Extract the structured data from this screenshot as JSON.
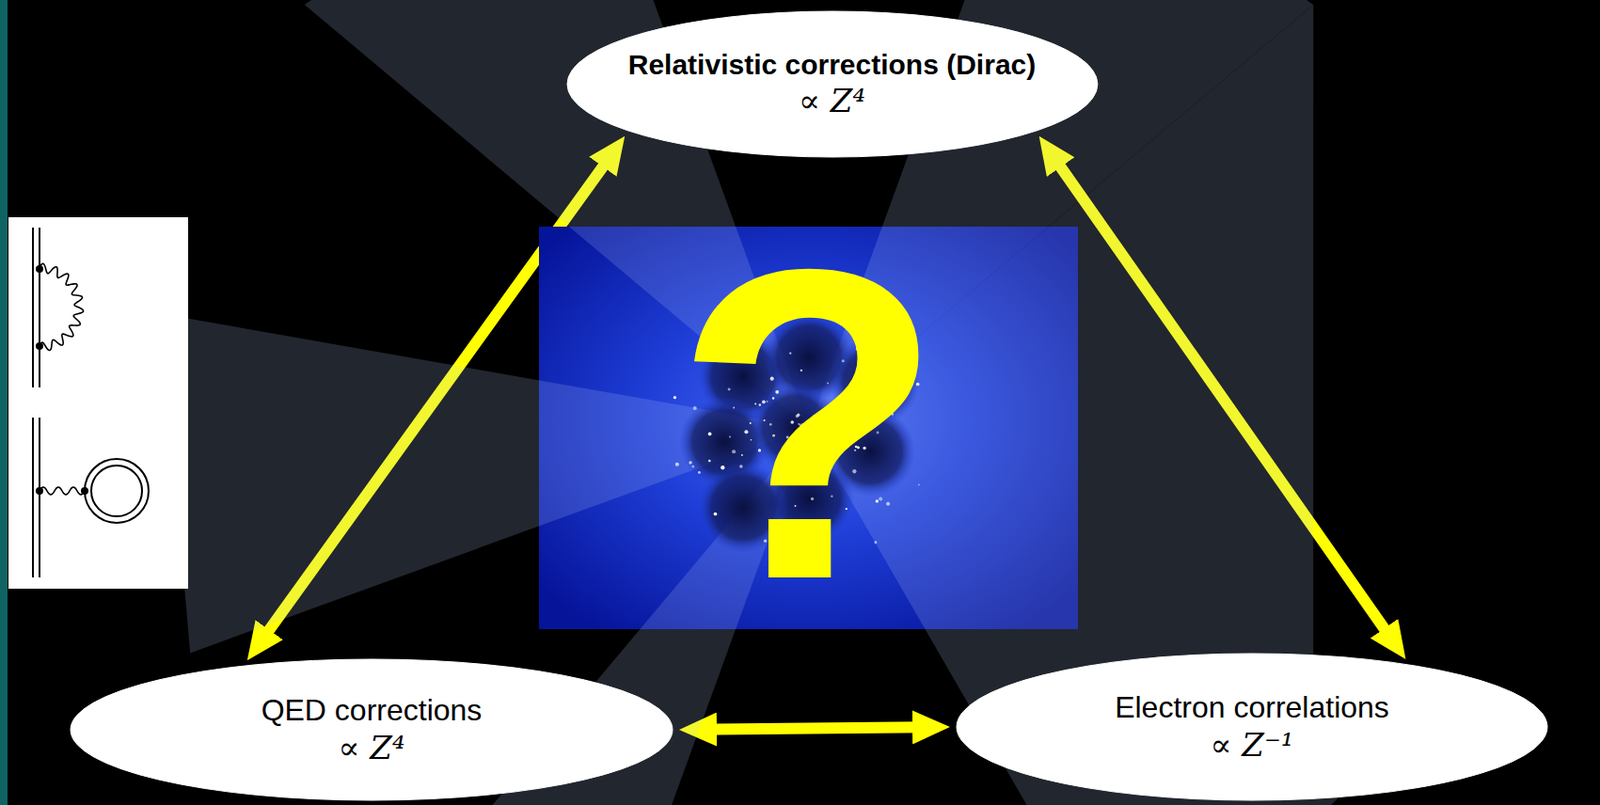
{
  "diagram": {
    "nodes": [
      {
        "text": [
          "Relativistic corrections (Dirac)",
          "∝ Z⁴"
        ]
      },
      {
        "text": [
          "QED corrections",
          "∝ Z⁴"
        ]
      },
      {
        "text": [
          "Electron correlations",
          "∝ Z⁻¹"
        ]
      }
    ],
    "edges": [
      {
        "from": 0,
        "to": 1,
        "arrow": "both"
      },
      {
        "from": 0,
        "to": 2,
        "arrow": "both"
      },
      {
        "from": 1,
        "to": 2,
        "arrow": "both"
      }
    ],
    "labels": [
      "?"
    ]
  }
}
